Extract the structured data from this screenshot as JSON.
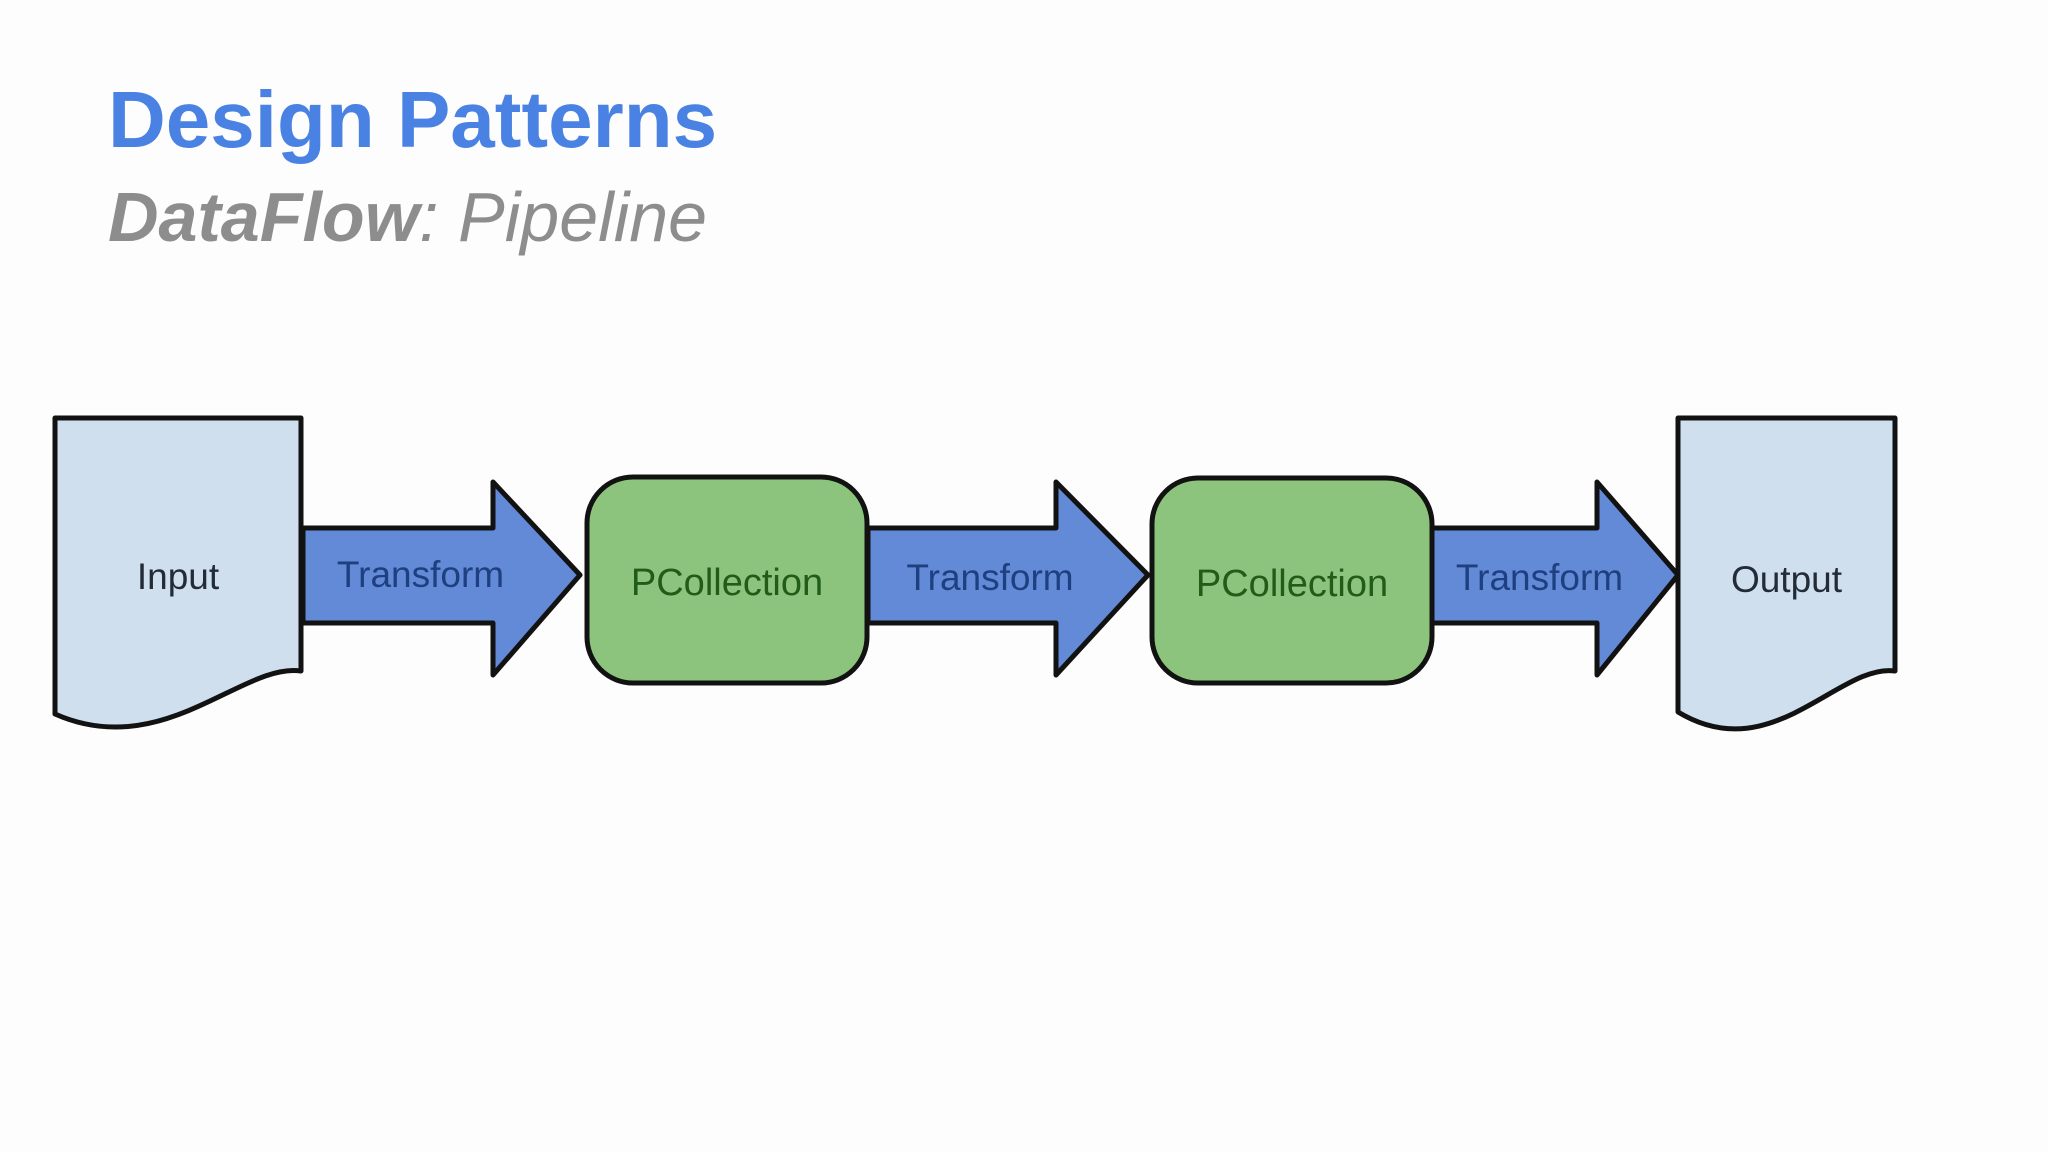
{
  "slide": {
    "title": "Design Patterns",
    "subtitle": {
      "emphasis": "DataFlow",
      "rest": ": Pipeline"
    }
  },
  "pipeline": {
    "input_label": "Input",
    "transform1_label": "Transform",
    "pcollection1_label": "PCollection",
    "transform2_label": "Transform",
    "pcollection2_label": "PCollection",
    "transform3_label": "Transform",
    "output_label": "Output"
  },
  "colors": {
    "title": "#4a82e4",
    "subtitle": "#8d8d8d",
    "document_fill": "#cfdfee",
    "arrow_fill": "#638ad6",
    "box_fill": "#8dc47d",
    "outline": "#121212",
    "document_label": "#232b36",
    "arrow_label": "#1e3f80",
    "box_label": "#215c18",
    "background": "#fdfdfd"
  }
}
